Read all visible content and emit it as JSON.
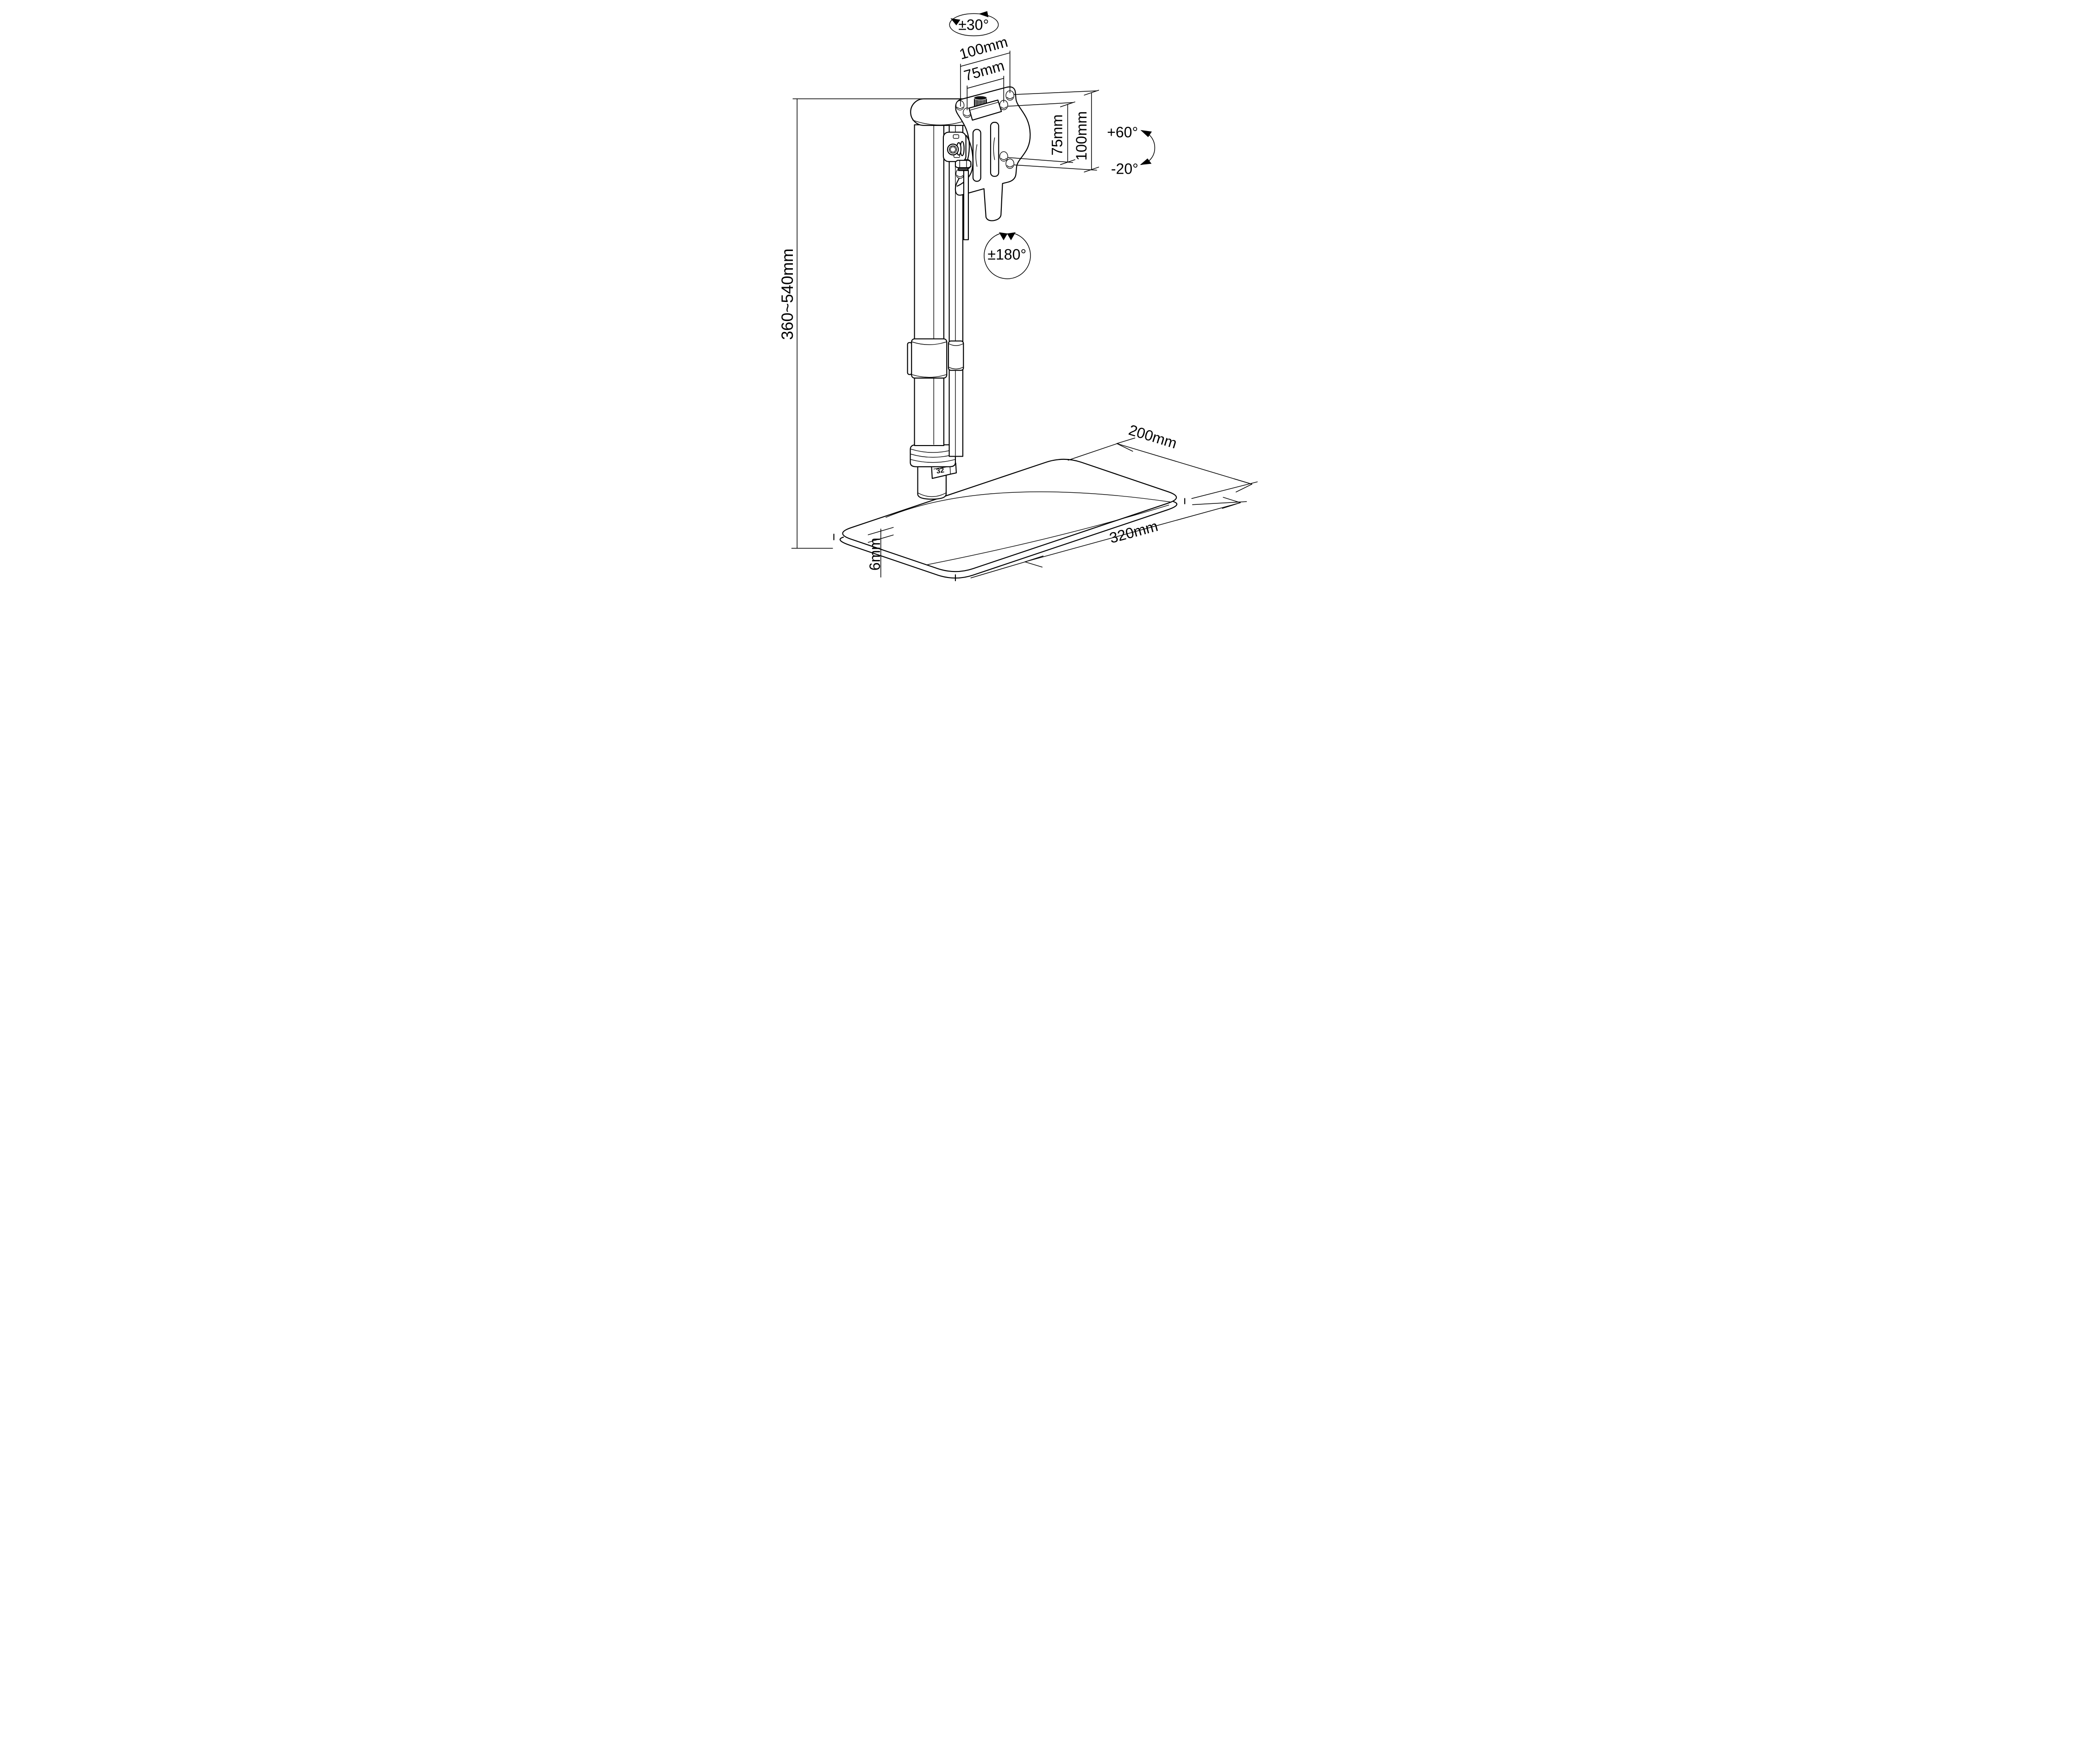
{
  "drawing": {
    "colors": {
      "line": "#000000",
      "background": "#ffffff"
    },
    "labels": {
      "swivel_top": "±30°",
      "vesa_width_outer": "100mm",
      "vesa_width_inner": "75mm",
      "vesa_height_inner": "75mm",
      "vesa_height_outer": "100mm",
      "tilt_up": "+60°",
      "tilt_down": "-20°",
      "rotation_mid": "±180°",
      "height_range": "360~540mm",
      "base_depth": "200mm",
      "base_width": "320mm",
      "base_thickness": "6mm",
      "foot_marking": "32"
    }
  }
}
